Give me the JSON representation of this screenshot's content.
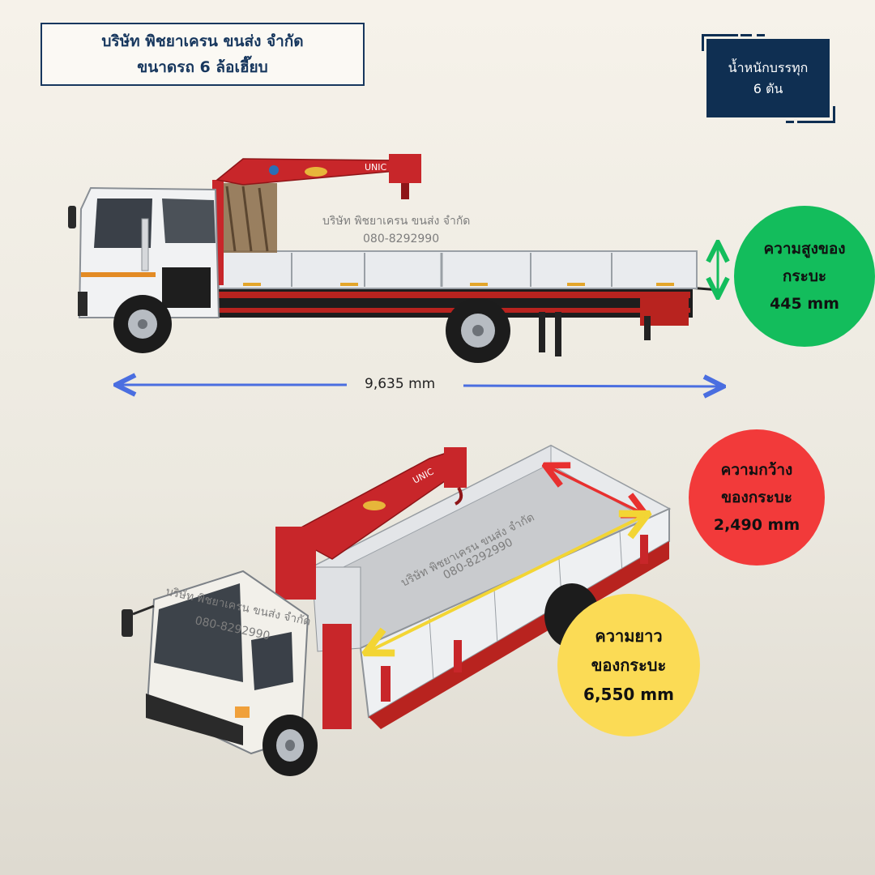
{
  "header": {
    "company": "บริษัท พิชยาเครน ขนส่ง จำกัด",
    "truck_size": "ขนาดรถ 6 ล้อเฮี๊ยบ"
  },
  "payload": {
    "line1": "น้ำหนักบรรทุก",
    "line2": "6 ตัน"
  },
  "dimensions": {
    "overall_length": "9,635 mm",
    "bed_height": {
      "line1": "ความสูงของ",
      "line2": "กระบะ",
      "value": "445 mm",
      "color": "#13bd5c"
    },
    "bed_width": {
      "line1": "ความกว้าง",
      "line2": "ของกระบะ",
      "value": "2,490 mm",
      "color": "#f23a3a"
    },
    "bed_length": {
      "line1": "ความยาว",
      "line2": "ของกระบะ",
      "value": "6,550 mm",
      "color": "#fbdb55"
    }
  },
  "watermark": {
    "company": "บริษัท พิชยาเครน ขนส่ง จำกัด",
    "phone": "080-8292990"
  },
  "crane_brand": "UNIC",
  "colors": {
    "navy": "#17375e",
    "arrow_blue": "#4a6ee0",
    "crane_red": "#c8262a"
  }
}
